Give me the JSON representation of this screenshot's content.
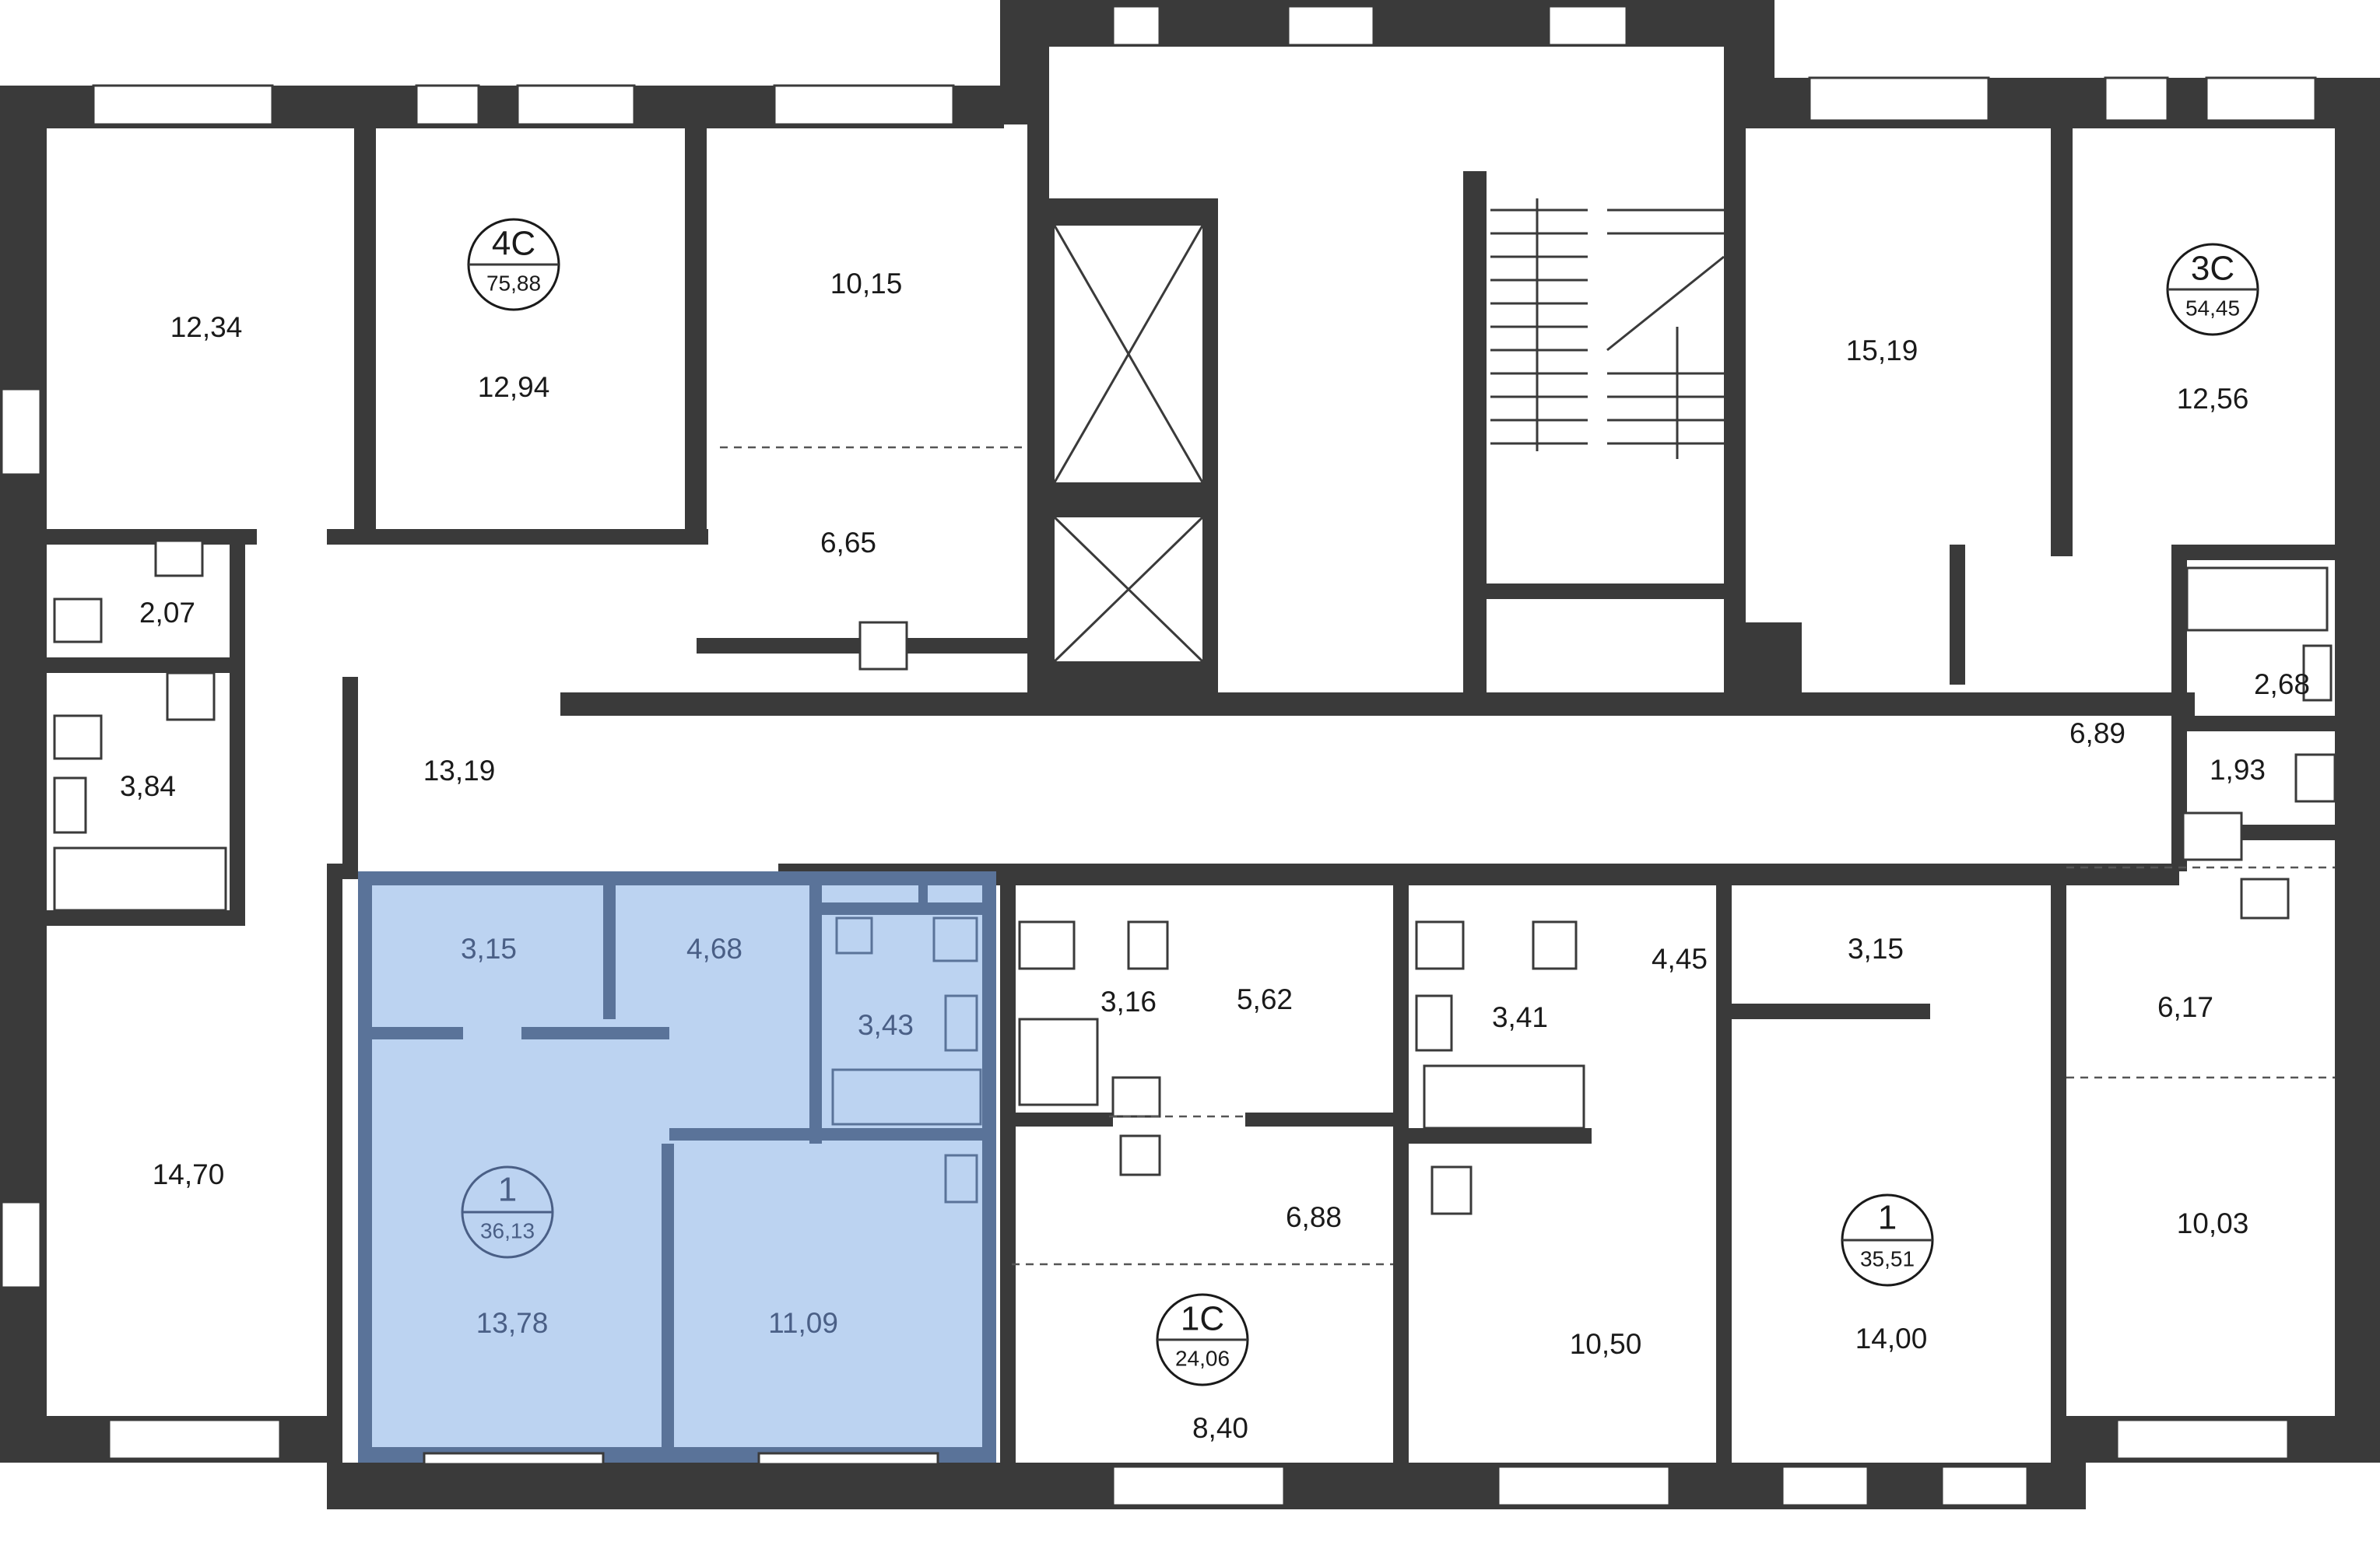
{
  "apartments": [
    {
      "id": "4c",
      "code": "4С",
      "total": "75,88"
    },
    {
      "id": "3c",
      "code": "3С",
      "total": "54,45"
    },
    {
      "id": "1-left",
      "code": "1",
      "total": "36,13",
      "highlighted": true
    },
    {
      "id": "1c",
      "code": "1С",
      "total": "24,06"
    },
    {
      "id": "1-right",
      "code": "1",
      "total": "35,51"
    }
  ],
  "rooms": {
    "r_12_34": "12,34",
    "r_12_94": "12,94",
    "r_10_15": "10,15",
    "r_6_65": "6,65",
    "r_2_07": "2,07",
    "r_3_84": "3,84",
    "r_13_19": "13,19",
    "r_14_70": "14,70",
    "r_3_15_a": "3,15",
    "r_4_68": "4,68",
    "r_3_43": "3,43",
    "r_13_78": "13,78",
    "r_11_09": "11,09",
    "r_3_16": "3,16",
    "r_5_62": "5,62",
    "r_6_88": "6,88",
    "r_8_40": "8,40",
    "r_3_41": "3,41",
    "r_4_45": "4,45",
    "r_10_50": "10,50",
    "r_3_15_b": "3,15",
    "r_14_00": "14,00",
    "r_15_19": "15,19",
    "r_12_56": "12,56",
    "r_2_68": "2,68",
    "r_6_89": "6,89",
    "r_1_93": "1,93",
    "r_6_17": "6,17",
    "r_10_03": "10,03"
  },
  "colors": {
    "wall": "#3a3a3a",
    "highlight_fill": "#bcd3f1",
    "highlight_wall": "#5a7399",
    "highlight_text": "#4a5f86"
  }
}
